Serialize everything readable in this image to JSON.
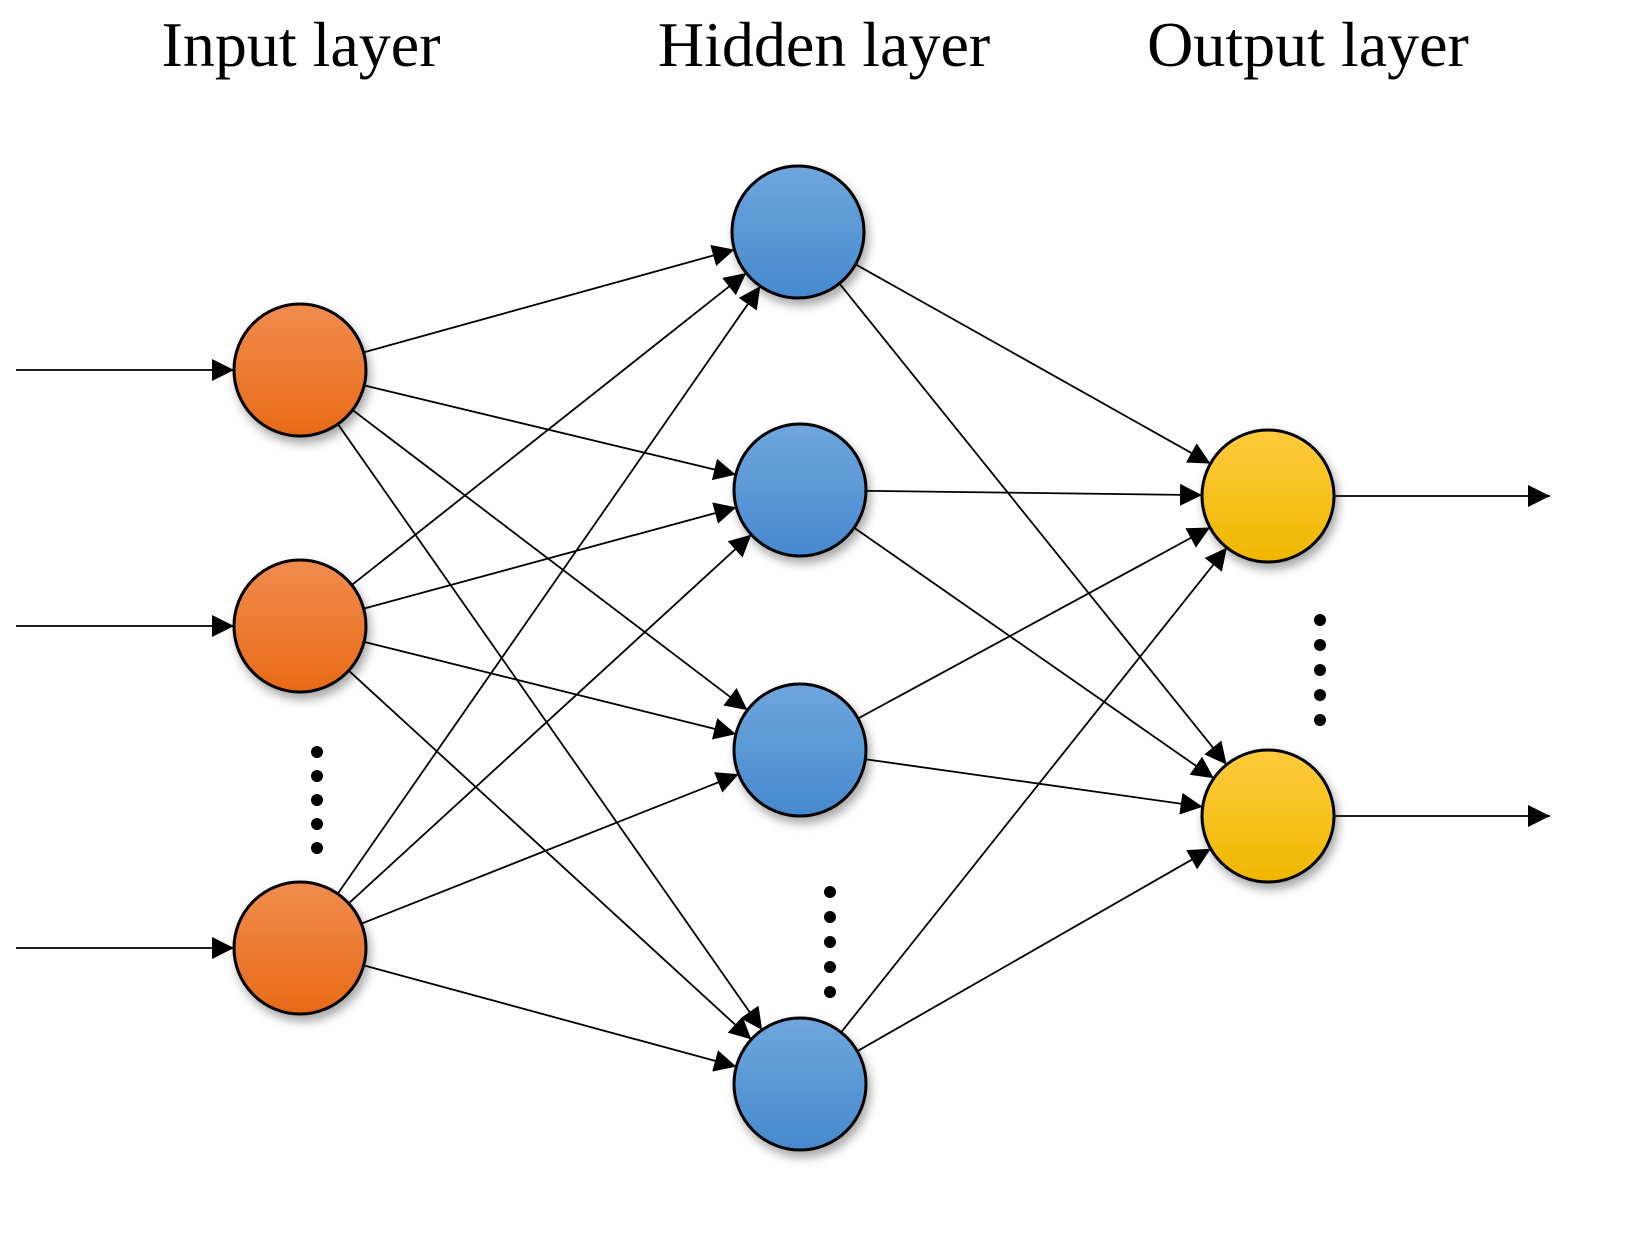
{
  "titles": {
    "input": "Input layer",
    "hidden": "Hidden layer",
    "output": "Output layer"
  },
  "layers": {
    "input": {
      "visible_nodes": 3,
      "ellipsis_dots": 5,
      "color_top": "#f08c4e",
      "color_bottom": "#e86a17"
    },
    "hidden": {
      "visible_nodes": 4,
      "ellipsis_dots": 5,
      "color_top": "#6fa6dc",
      "color_bottom": "#4589cf"
    },
    "output": {
      "visible_nodes": 2,
      "ellipsis_dots": 5,
      "color_top": "#ffcb3c",
      "color_bottom": "#f0b800"
    }
  },
  "connections": "fully-connected",
  "external_inputs": 3,
  "external_outputs": 2
}
